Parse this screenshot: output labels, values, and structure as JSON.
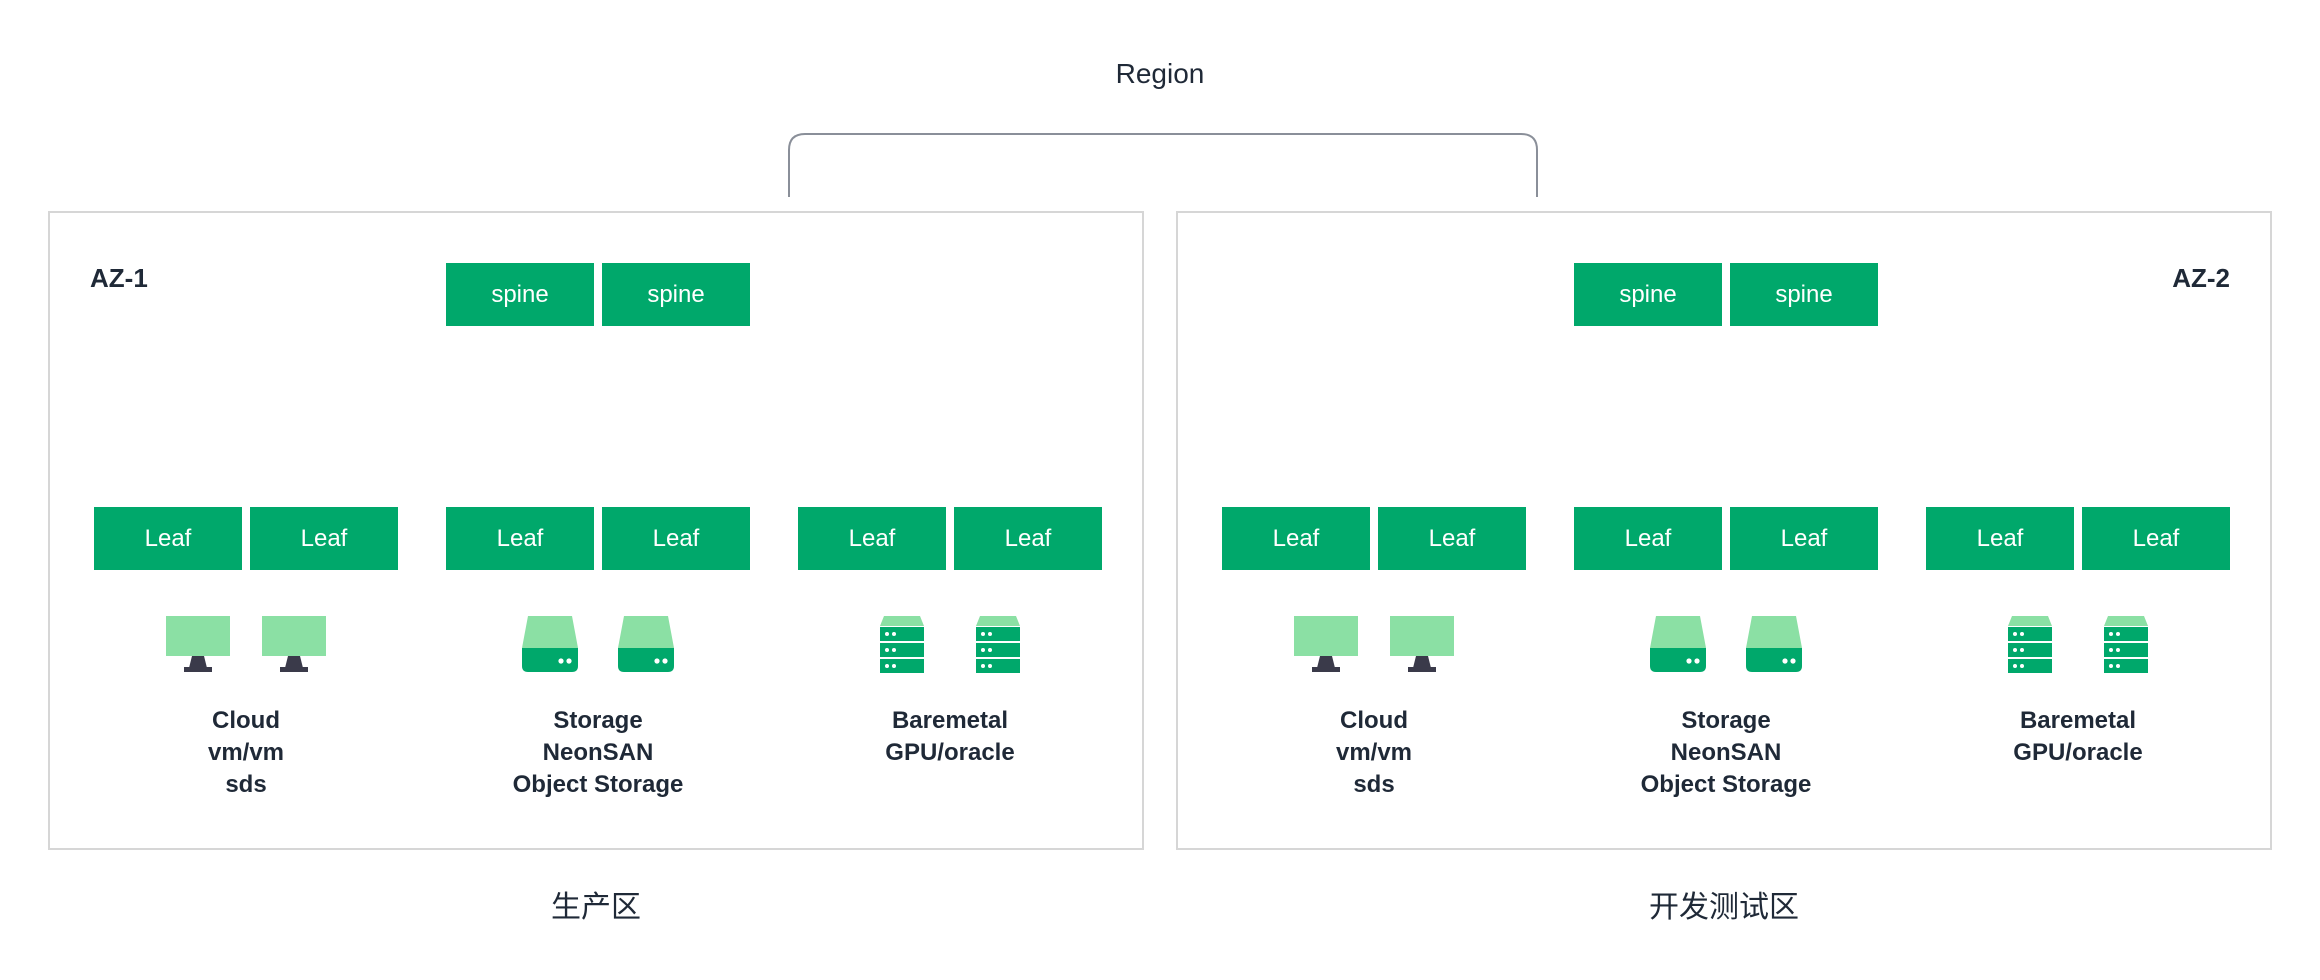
{
  "region": {
    "title": "Region"
  },
  "colors": {
    "switch": "#00a86b",
    "device_light": "#8be0a4",
    "device_dark": "#00a86b",
    "monitor_stand": "#3a3a4a",
    "connector": "#8a8f99",
    "panel_border": "#d6d6d6"
  },
  "zones": [
    {
      "az_label": "AZ-1",
      "zone_name": "生产区",
      "spines": [
        "spine",
        "spine"
      ],
      "groups": [
        {
          "leaves": [
            "Leaf",
            "Leaf"
          ],
          "device_icon": "monitor-icon",
          "caption": [
            "Cloud",
            "vm/vm",
            "sds"
          ]
        },
        {
          "leaves": [
            "Leaf",
            "Leaf"
          ],
          "device_icon": "storage-drive-icon",
          "caption": [
            "Storage",
            "NeonSAN",
            "Object Storage"
          ]
        },
        {
          "leaves": [
            "Leaf",
            "Leaf"
          ],
          "device_icon": "server-rack-icon",
          "caption": [
            "Baremetal",
            "GPU/oracle"
          ]
        }
      ]
    },
    {
      "az_label": "AZ-2",
      "zone_name": "开发测试区",
      "spines": [
        "spine",
        "spine"
      ],
      "groups": [
        {
          "leaves": [
            "Leaf",
            "Leaf"
          ],
          "device_icon": "monitor-icon",
          "caption": [
            "Cloud",
            "vm/vm",
            "sds"
          ]
        },
        {
          "leaves": [
            "Leaf",
            "Leaf"
          ],
          "device_icon": "storage-drive-icon",
          "caption": [
            "Storage",
            "NeonSAN",
            "Object Storage"
          ]
        },
        {
          "leaves": [
            "Leaf",
            "Leaf"
          ],
          "device_icon": "server-rack-icon",
          "caption": [
            "Baremetal",
            "GPU/oracle"
          ]
        }
      ]
    }
  ]
}
